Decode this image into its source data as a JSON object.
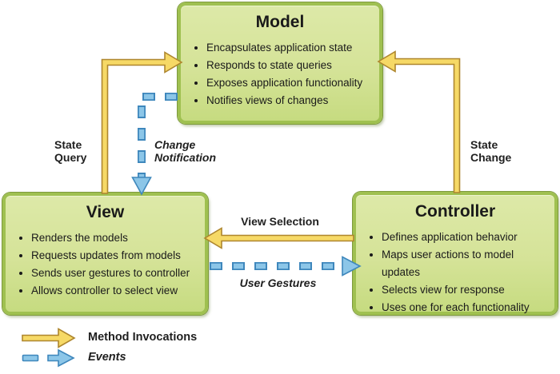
{
  "boxes": {
    "model": {
      "title": "Model",
      "bullets": [
        "Encapsulates application state",
        "Responds to state queries",
        "Exposes application functionality",
        "Notifies views of changes"
      ]
    },
    "view": {
      "title": "View",
      "bullets": [
        "Renders the models",
        "Requests updates from models",
        "Sends user gestures to controller",
        "Allows controller to select view"
      ]
    },
    "controller": {
      "title": "Controller",
      "bullets": [
        "Defines application behavior",
        "Maps user actions to model updates",
        "Selects view for response",
        "Uses one for each functionality"
      ]
    }
  },
  "labels": {
    "state_query": "State\nQuery",
    "change_notification": "Change\nNotification",
    "state_change": "State\nChange",
    "view_selection": "View Selection",
    "user_gestures": "User Gestures"
  },
  "legend": {
    "method_invocations": "Method Invocations",
    "events": "Events"
  },
  "colors": {
    "arrow_yellow_fill": "#f6d966",
    "arrow_yellow_border": "#ae862e",
    "arrow_blue_fill": "#8cc6e8",
    "arrow_blue_border": "#3e87bc",
    "box_border": "#9fc050",
    "box_fill_top": "#dde9a8",
    "box_fill_bottom": "#c6db80",
    "text": "#1f1f1f"
  }
}
